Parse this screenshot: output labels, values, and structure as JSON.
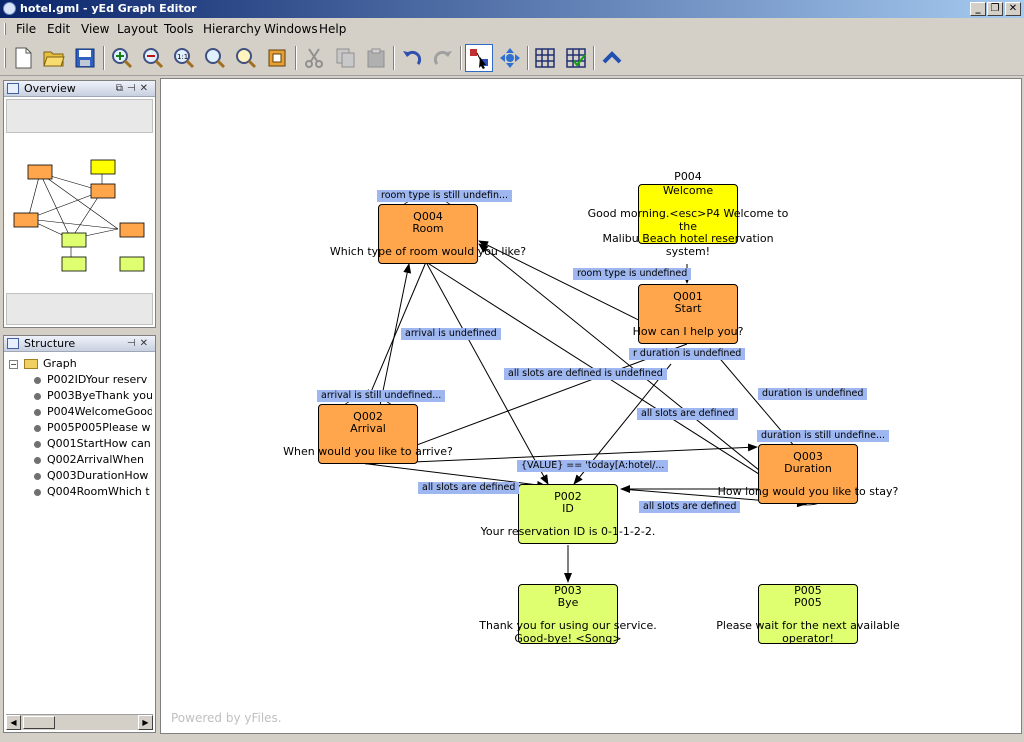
{
  "window": {
    "title": "hotel.gml - yEd Graph Editor"
  },
  "menu": [
    "File",
    "Edit",
    "View",
    "Layout",
    "Tools",
    "Hierarchy",
    "Windows",
    "Help"
  ],
  "toolbar": [
    {
      "name": "new-document-icon"
    },
    {
      "name": "open-folder-icon"
    },
    {
      "name": "save-icon"
    },
    {
      "name": "zoom-in-icon"
    },
    {
      "name": "zoom-out-icon"
    },
    {
      "name": "zoom-actual-size-icon"
    },
    {
      "name": "zoom-area-icon"
    },
    {
      "name": "zoom-selection-icon"
    },
    {
      "name": "fit-content-icon"
    },
    {
      "name": "cut-icon"
    },
    {
      "name": "copy-icon"
    },
    {
      "name": "paste-icon"
    },
    {
      "name": "undo-icon"
    },
    {
      "name": "redo-icon"
    },
    {
      "name": "edit-mode-icon"
    },
    {
      "name": "navigate-mode-icon"
    },
    {
      "name": "grid-icon"
    },
    {
      "name": "snap-grid-icon"
    },
    {
      "name": "collapse-arrow-icon"
    }
  ],
  "overview": {
    "title": "Overview"
  },
  "structure": {
    "title": "Structure",
    "root": "Graph",
    "items": [
      "P002IDYour reserv",
      "P003ByeThank you",
      "P004WelcomeGood",
      "P005P005Please w",
      "Q001StartHow can",
      "Q002ArrivalWhen",
      "Q003DurationHow",
      "Q004RoomWhich t"
    ]
  },
  "graph": {
    "nodes": {
      "p004": {
        "id": "P004",
        "name": "Welcome",
        "text": [
          "Good morning.<esc>P4 Welcome to",
          "the",
          "Malibu Beach hotel reservation",
          "system!"
        ],
        "color": "#ffff00"
      },
      "q004": {
        "id": "Q004",
        "name": "Room",
        "text": [
          "Which type of room would you like?"
        ],
        "color": "#ffa64d"
      },
      "q001": {
        "id": "Q001",
        "name": "Start",
        "text": [
          "How can I help you?"
        ],
        "color": "#ffa64d"
      },
      "q002": {
        "id": "Q002",
        "name": "Arrival",
        "text": [
          "When would you like to arrive?"
        ],
        "color": "#ffa64d"
      },
      "q003": {
        "id": "Q003",
        "name": "Duration",
        "text": [
          "How long would you like to stay?"
        ],
        "color": "#ffa64d"
      },
      "p002": {
        "id": "P002",
        "name": "ID",
        "text": [
          "Your reservation ID is 0-1-1-2-2."
        ],
        "color": "#e0ff70"
      },
      "p003": {
        "id": "P003",
        "name": "Bye",
        "text": [
          "Thank you for using our service.",
          "Good-bye! <Song>"
        ],
        "color": "#e0ff70"
      },
      "p005": {
        "id": "P005",
        "name": "P005",
        "text": [
          "Please wait for the next available",
          "operator!"
        ],
        "color": "#e0ff70"
      }
    },
    "edge_labels": [
      "room type is still undefin...",
      "room type is undefined",
      "arrival is undefined",
      "r duration is undefined",
      "all slots are defined  is undefined",
      "arrival is still undefined...",
      "all slots are defined",
      "duration is undefined",
      "duration is still undefine...",
      "{VALUE} == 'today[A:hotel/...",
      "all slots are defined",
      "all slots are defined"
    ],
    "edge_color": "#9fb7f0"
  },
  "canvas": {
    "watermark": "Powered by yFiles."
  }
}
